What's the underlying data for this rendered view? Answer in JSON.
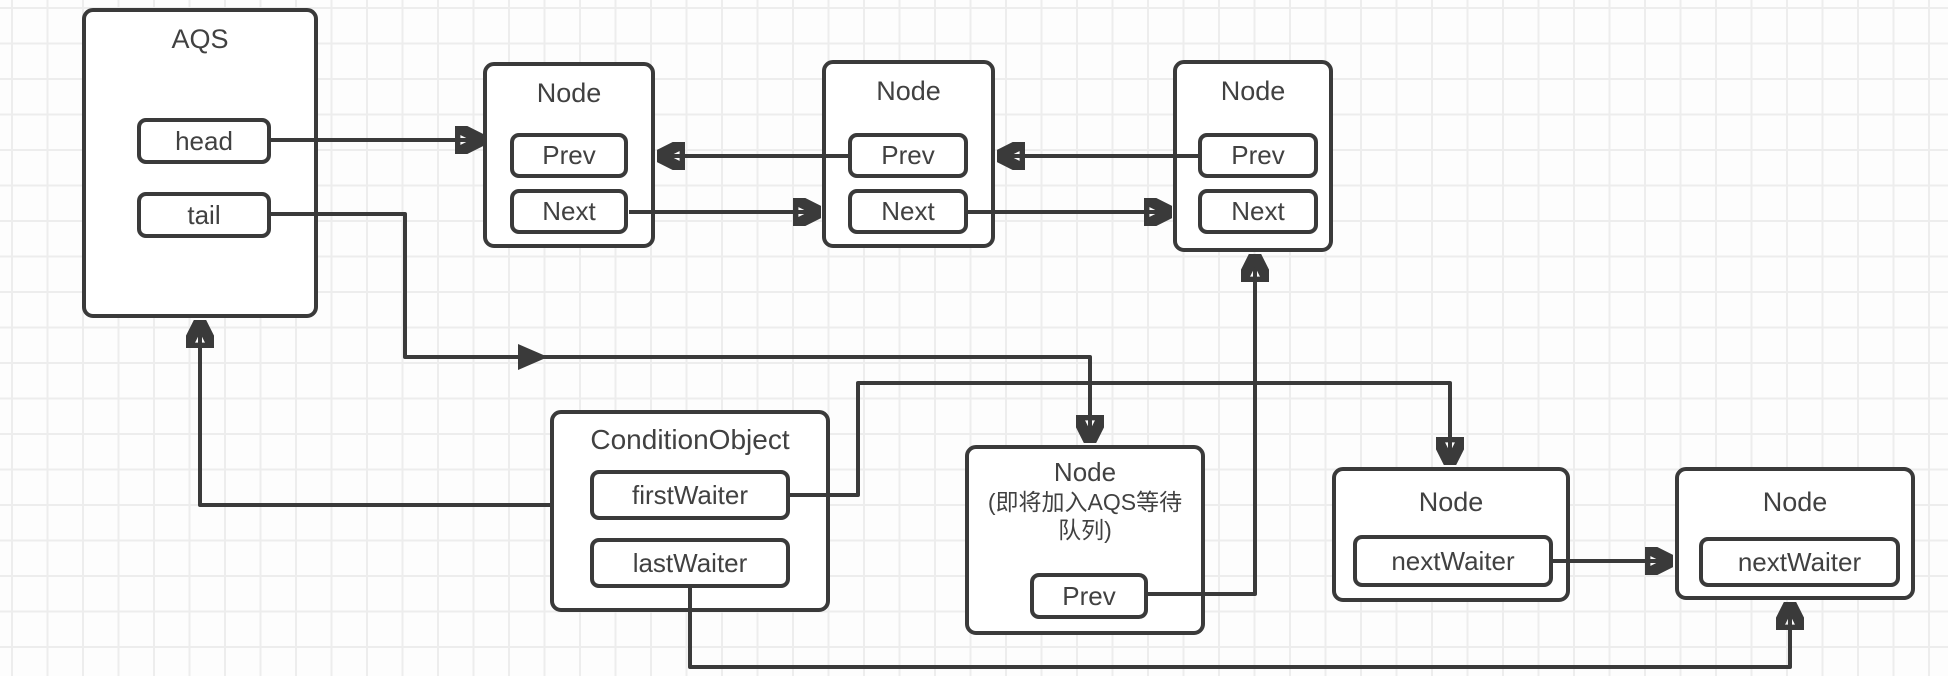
{
  "diagram": {
    "aqs": {
      "title": "AQS",
      "head_label": "head",
      "tail_label": "tail"
    },
    "sync_queue_nodes": [
      {
        "title": "Node",
        "prev_label": "Prev",
        "next_label": "Next"
      },
      {
        "title": "Node",
        "prev_label": "Prev",
        "next_label": "Next"
      },
      {
        "title": "Node",
        "prev_label": "Prev",
        "next_label": "Next"
      }
    ],
    "condition_object": {
      "title": "ConditionObject",
      "first_waiter_label": "firstWaiter",
      "last_waiter_label": "lastWaiter"
    },
    "pending_node": {
      "title": "Node",
      "subtitle_line1": "(即将加入AQS等待",
      "subtitle_line2": "队列)",
      "prev_label": "Prev"
    },
    "condition_queue_nodes": [
      {
        "title": "Node",
        "next_waiter_label": "nextWaiter"
      },
      {
        "title": "Node",
        "next_waiter_label": "nextWaiter"
      }
    ],
    "colors": {
      "stroke": "#3a3a3a",
      "text": "#414141",
      "grid": "#ededed",
      "canvas": "#fdfdfd",
      "box_fill": "#ffffff"
    }
  }
}
